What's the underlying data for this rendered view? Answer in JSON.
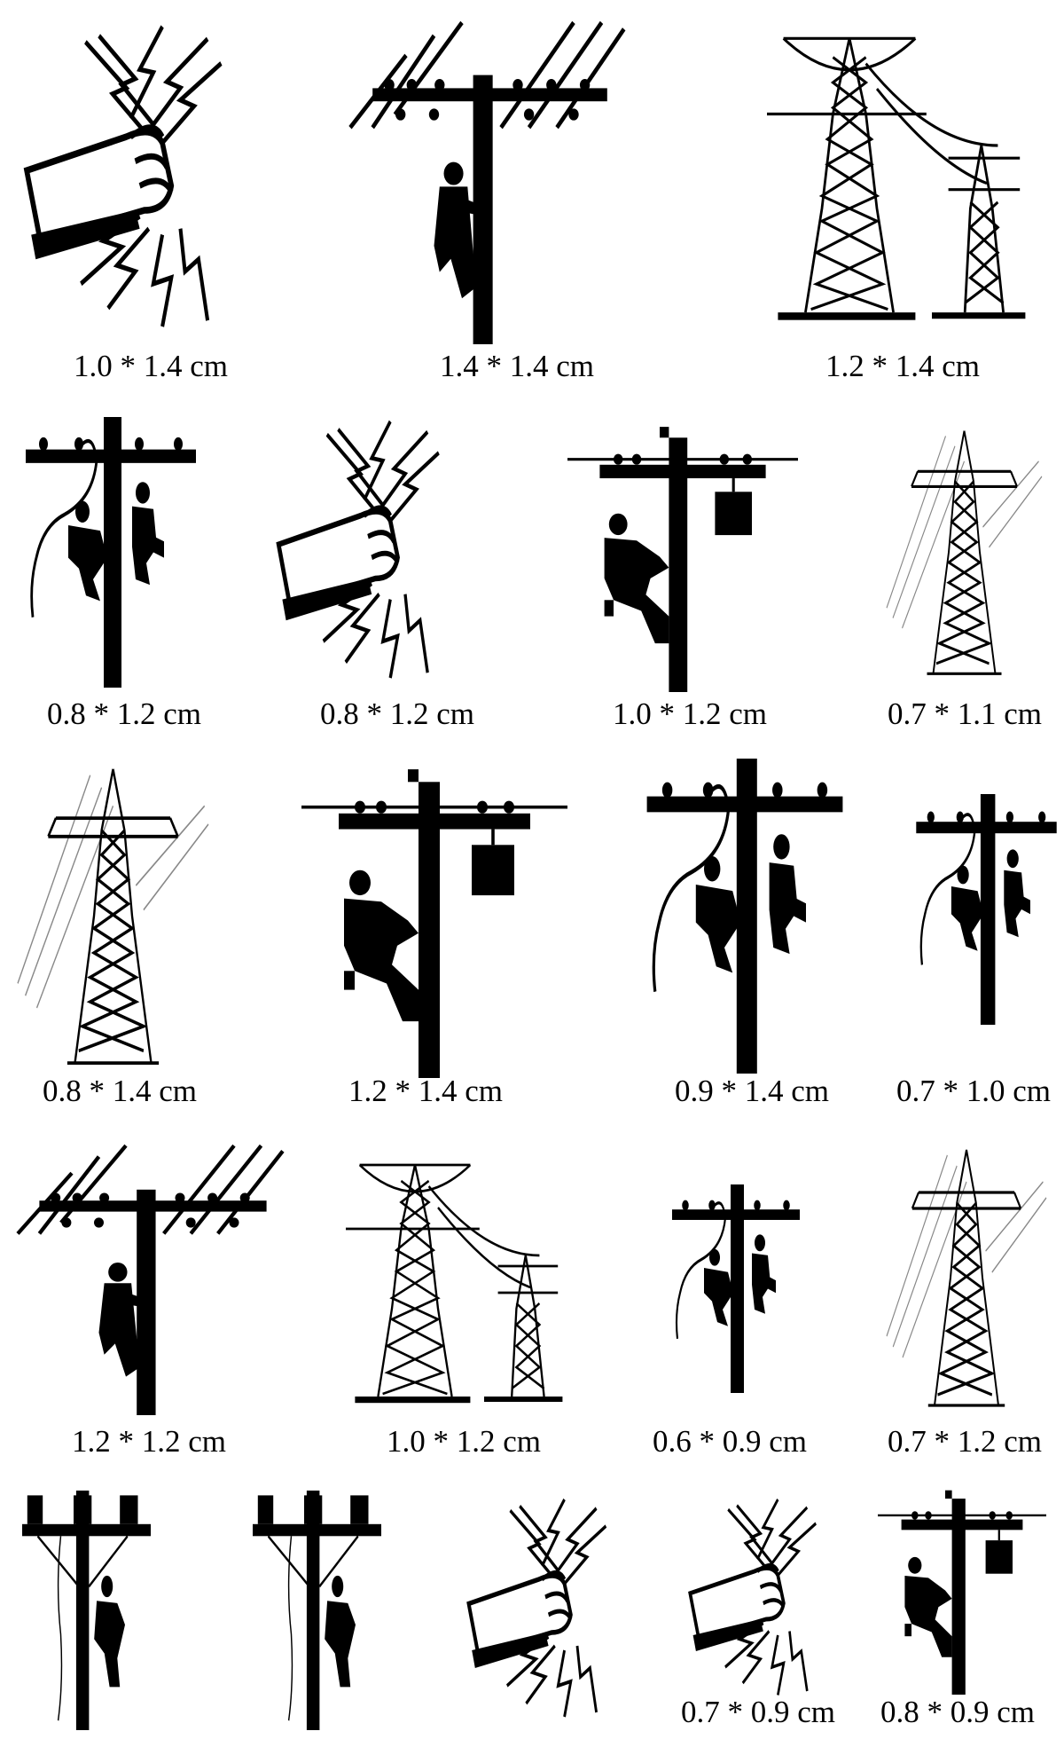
{
  "stickers": [
    {
      "kind": "hand-lightning",
      "caption": "1.0 * 1.4 cm"
    },
    {
      "kind": "pole-climber",
      "caption": "1.4 * 1.4 cm"
    },
    {
      "kind": "double-tower",
      "caption": "1.2 * 1.4 cm"
    },
    {
      "kind": "pole-two-workers",
      "caption": "0.8 * 1.2 cm"
    },
    {
      "kind": "hand-lightning",
      "caption": "0.8 * 1.2 cm"
    },
    {
      "kind": "pole-transformer",
      "caption": "1.0 * 1.2 cm"
    },
    {
      "kind": "lattice-tower",
      "caption": "0.7 * 1.1 cm"
    },
    {
      "kind": "lattice-tower",
      "caption": "0.8 * 1.4 cm"
    },
    {
      "kind": "pole-transformer",
      "caption": "1.2 * 1.4 cm"
    },
    {
      "kind": "pole-two-workers",
      "caption": "0.9 * 1.4 cm"
    },
    {
      "kind": "pole-two-workers",
      "caption": "0.7 * 1.0 cm"
    },
    {
      "kind": "pole-climber",
      "caption": "1.2 * 1.2 cm"
    },
    {
      "kind": "double-tower",
      "caption": "1.0 * 1.2 cm"
    },
    {
      "kind": "pole-two-workers",
      "caption": "0.6 * 0.9 cm"
    },
    {
      "kind": "lattice-tower",
      "caption": "0.7 * 1.2 cm"
    },
    {
      "kind": "pole-insulators",
      "caption": ""
    },
    {
      "kind": "pole-insulators",
      "caption": ""
    },
    {
      "kind": "hand-lightning",
      "caption": ""
    },
    {
      "kind": "hand-lightning",
      "caption": "0.7 * 0.9 cm"
    },
    {
      "kind": "pole-transformer",
      "caption": "0.8 * 0.9 cm"
    }
  ]
}
